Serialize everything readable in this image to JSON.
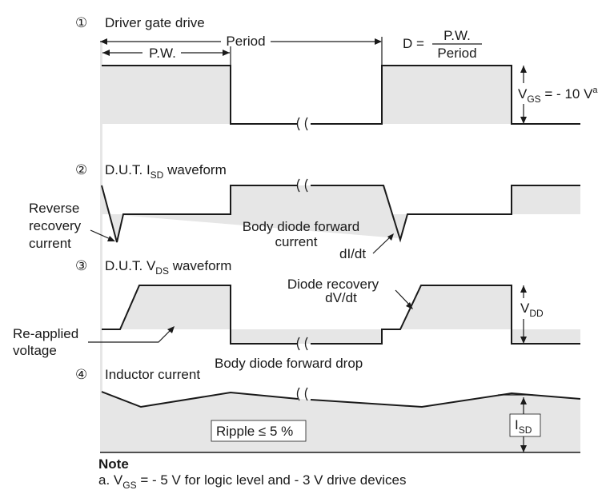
{
  "sections": {
    "gate": {
      "num": "①",
      "title": "Driver gate drive"
    },
    "isd": {
      "num": "②",
      "title_pre": "D.U.T. I",
      "title_sub": "SD",
      "title_post": " waveform"
    },
    "vds": {
      "num": "③",
      "title_pre": "D.U.T. V",
      "title_sub": "DS",
      "title_post": " waveform"
    },
    "ind": {
      "num": "④",
      "title": "Inductor current"
    }
  },
  "labels": {
    "period": "Period",
    "pw": "P.W.",
    "d_pre": "D =",
    "d_num": "P.W.",
    "d_den": "Period",
    "vgs_v": "V",
    "vgs_sub": "GS",
    "vgs_val": " = - 10 V",
    "vgs_sup": "a",
    "rr1": "Reverse",
    "rr2": "recovery",
    "rr3": "current",
    "bdf1": "Body diode forward",
    "bdf2": "current",
    "didt": "dI/dt",
    "dr1": "Diode recovery",
    "dr2": "dV/dt",
    "vdd_v": "V",
    "vdd_sub": "DD",
    "ra1": "Re-applied",
    "ra2": "voltage",
    "bdd": "Body diode forward drop",
    "ripple": "Ripple ≤ 5 %",
    "isd_v": "I",
    "isd_sub": "SD"
  },
  "note": {
    "title": "Note",
    "line_pre": "a. V",
    "line_sub": "GS",
    "line_post": " = - 5 V for logic level and - 3 V drive devices"
  },
  "colors": {
    "fill": "#e6e6e6",
    "line": "#1a1a1a"
  }
}
